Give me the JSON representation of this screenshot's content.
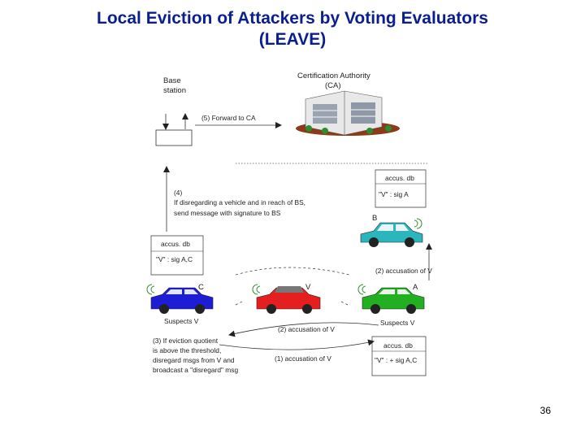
{
  "slide": {
    "title_line1": "Local Eviction of Attackers by Voting Evaluators",
    "title_line2": "(LEAVE)",
    "page_number": "36"
  },
  "diagram": {
    "base_station": [
      "Base",
      "station"
    ],
    "ca": [
      "Certification Authority",
      "(CA)"
    ],
    "step5": "(5) Forward to CA",
    "step4": [
      "(4)",
      "If disregarding a vehicle and in reach of BS,",
      "send message with signature to BS"
    ],
    "db_title": "accus. db",
    "db_b_entry": "\"V\" : sig A",
    "db_c_entry": "\"V\" : sig A,C",
    "db_a_entry": "\"V\" : + sig A,C",
    "vehicle_labels": {
      "b": "B",
      "c": "C",
      "v": "V",
      "a": "A"
    },
    "step2_top": "(2) accusation of V",
    "step2_bottom": "(2) accusation of V",
    "step1": "(1) accusation of V",
    "suspects_c": "Suspects V",
    "suspects_a": "Suspects V",
    "step3": [
      "(3) If eviction quotient",
      "is above the threshold,",
      "disregard msgs from V and",
      "broadcast a \"disregard\" msg"
    ],
    "colors": {
      "title": "#0a1f8f",
      "car_b": "#2bb5bd",
      "car_c": "#1d1dd6",
      "car_v": "#e51f1f",
      "car_a": "#22b022"
    }
  }
}
